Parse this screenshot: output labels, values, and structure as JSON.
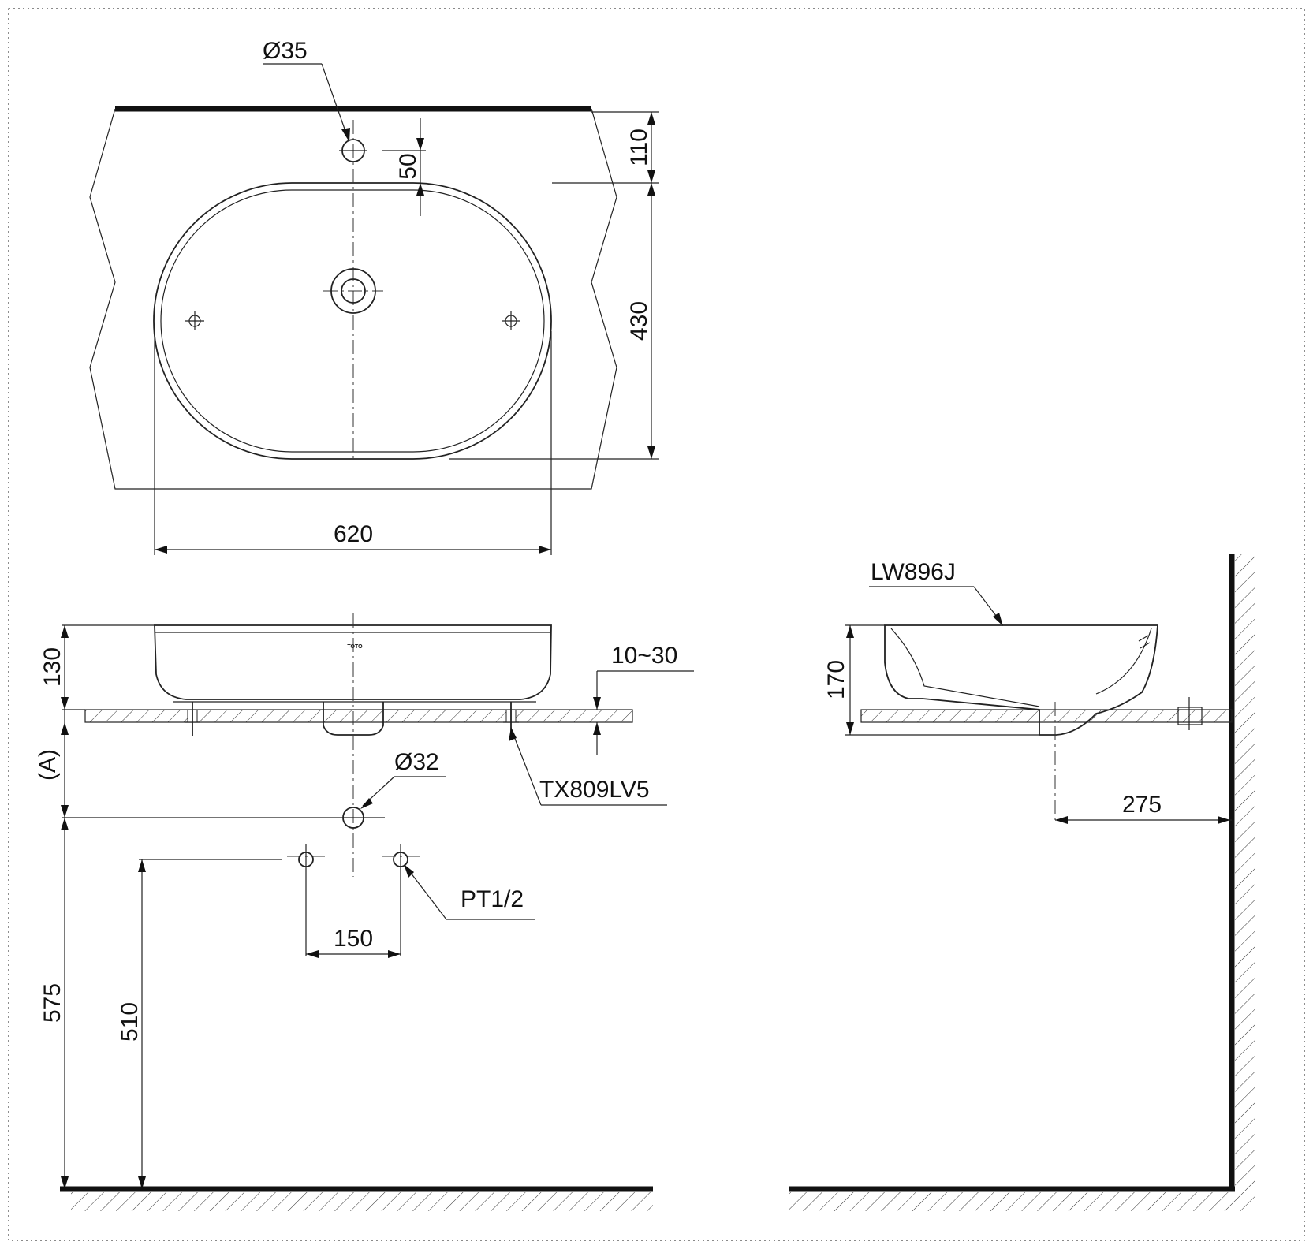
{
  "plan_view": {
    "tap_hole_diameter": "Ø35",
    "tap_offset_top": "110",
    "tap_to_bowl": "50",
    "bowl_depth": "430",
    "bowl_width": "620"
  },
  "front_view": {
    "basin_height": "130",
    "counter_thickness": "10~30",
    "trap_height": "(A)",
    "waste_diameter": "Ø32",
    "waste_model": "TX809LV5",
    "supply_thread": "PT1/2",
    "supply_spacing": "150",
    "waste_height": "575",
    "supply_height": "510",
    "brand_mark": "TOTO"
  },
  "side_view": {
    "basin_model": "LW896J",
    "basin_height": "170",
    "wall_to_waste": "275"
  }
}
